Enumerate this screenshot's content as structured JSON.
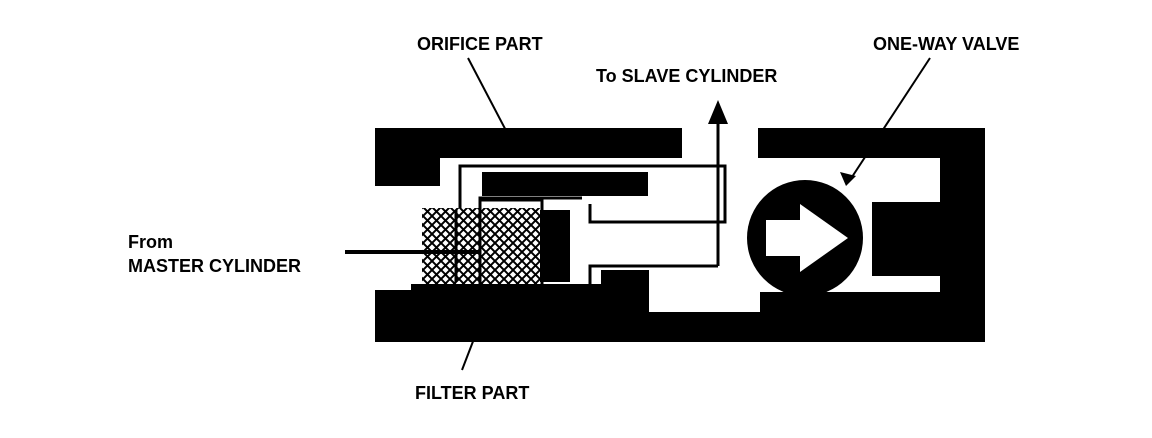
{
  "labels": {
    "orifice": "ORIFICE PART",
    "slave": "To SLAVE CYLINDER",
    "valve": "ONE-WAY VALVE",
    "from_line1": "From",
    "from_line2": "MASTER CYLINDER",
    "filter": "FILTER PART"
  },
  "icons": {
    "valve_arrow": "right-arrow-icon",
    "outlet_arrow": "up-arrow-icon"
  },
  "colors": {
    "ink": "#000000",
    "paper": "#ffffff"
  }
}
